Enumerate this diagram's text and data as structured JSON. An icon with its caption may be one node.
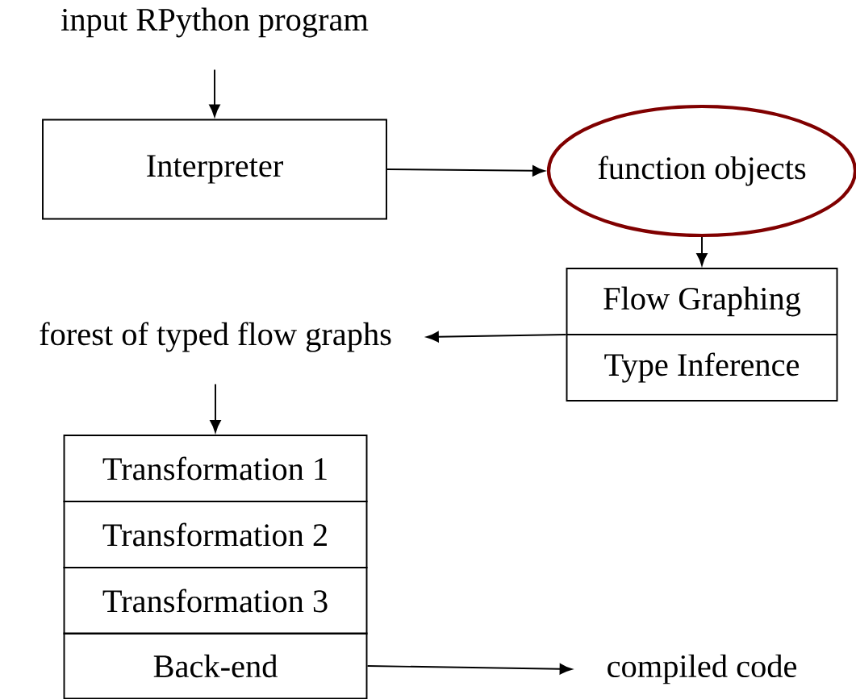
{
  "diagram": {
    "nodes": [
      {
        "text": [
          "input RPython program"
        ]
      },
      {
        "text": [
          "Interpreter"
        ]
      },
      {
        "text": [
          "function objects"
        ]
      },
      {
        "text": [
          "Flow Graphing",
          "Type Inference"
        ]
      },
      {
        "text": [
          "forest of typed flow graphs"
        ]
      },
      {
        "text": [
          "Transformation 1"
        ]
      },
      {
        "text": [
          "Transformation 2"
        ]
      },
      {
        "text": [
          "Transformation 3"
        ]
      },
      {
        "text": [
          "Back-end"
        ]
      },
      {
        "text": [
          "compiled code"
        ]
      }
    ],
    "edges": [
      {
        "from": 0,
        "to": 1,
        "arrow": "to"
      },
      {
        "from": 1,
        "to": 2,
        "arrow": "to"
      },
      {
        "from": 2,
        "to": 3,
        "arrow": "to"
      },
      {
        "from": 3,
        "to": 4,
        "arrow": "to"
      },
      {
        "from": 4,
        "to": 5,
        "arrow": "to"
      },
      {
        "from": 8,
        "to": 9,
        "arrow": "to"
      }
    ]
  }
}
